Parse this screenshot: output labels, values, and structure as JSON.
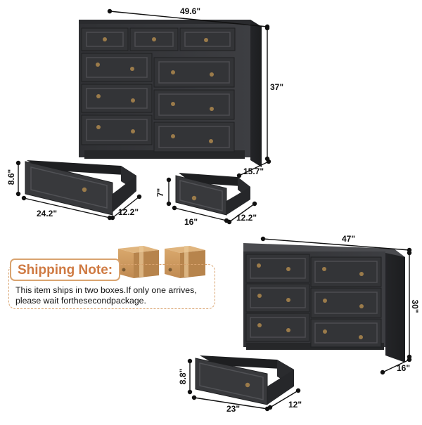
{
  "dimensions": {
    "tall_dresser": {
      "width": "49.6\"",
      "height": "37\"",
      "depth": "15.7\""
    },
    "large_drawer": {
      "height": "8.6\"",
      "width": "24.2\"",
      "depth": "12.2\""
    },
    "small_drawer": {
      "height": "7\"",
      "width": "16\"",
      "depth": "12.2\""
    },
    "wide_dresser": {
      "width": "47\"",
      "height": "30\"",
      "depth": "16\""
    },
    "wide_drawer": {
      "height": "8.8\"",
      "width": "23\"",
      "depth": "12\""
    }
  },
  "shipping_note": {
    "title": "Shipping Note:",
    "body": "This item ships in two boxes.If only one arrives, please wait forthesecondpackage."
  },
  "colors": {
    "furniture": "#3a3b3e",
    "accent": "#d9a36f",
    "title_text": "#cf7a42",
    "box": "#c8955b"
  },
  "icons": [
    "cardboard-box-icon",
    "cardboard-box-icon"
  ]
}
